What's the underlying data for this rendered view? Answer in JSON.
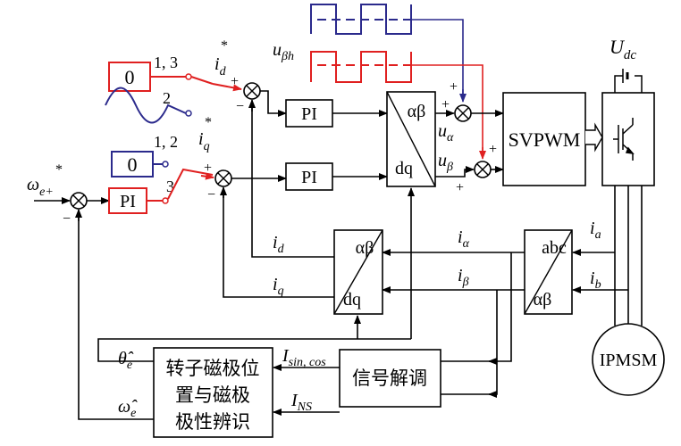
{
  "colors": {
    "ink": "#000000",
    "blue": "#2b2a8c",
    "red": "#e02020"
  },
  "blocks": {
    "pi_d": "PI",
    "pi_q": "PI",
    "pi_speed": "PI",
    "park_top": "αβ",
    "park_bottom": "dq",
    "ipark_top": "αβ",
    "ipark_bottom": "dq",
    "clarke_top": "abc",
    "clarke_bottom": "αβ",
    "svpwm": "SVPWM",
    "motor": "IPMSM",
    "demod": "信号解调",
    "observer_line1": "转子磁极位",
    "observer_line2": "置与磁极",
    "observer_line3": "极性辨识",
    "zero_d": "0",
    "zero_q": "0"
  },
  "labels": {
    "switch_d_13": "1, 3",
    "switch_d_2": "2",
    "switch_q_12": "1, 2",
    "switch_q_3": "3",
    "id_ref_base": "i",
    "id_ref_sub": "d",
    "iq_ref_base": "i",
    "iq_ref_sub": "q",
    "star": "*",
    "we_ref_base": "ω",
    "we_ref_sub": "e+",
    "u_bh_base": "u",
    "u_bh_sub": "βh",
    "u_alpha_base": "u",
    "u_alpha_sub": "α",
    "u_beta_base": "u",
    "u_beta_sub": "β",
    "udc_base": "U",
    "udc_sub": "dc",
    "id_fb_base": "i",
    "id_fb_sub": "d",
    "iq_fb_base": "i",
    "iq_fb_sub": "q",
    "i_alpha_base": "i",
    "i_alpha_sub": "α",
    "i_beta_base": "i",
    "i_beta_sub": "β",
    "ia_base": "i",
    "ia_sub": "a",
    "ib_base": "i",
    "ib_sub": "b",
    "isincos_base": "I",
    "isincos_sub": "sin, cos",
    "ins_base": "I",
    "ins_sub": "NS",
    "theta_base": "θ̂",
    "theta_sub": "e",
    "omega_base": "ω̂",
    "omega_sub": "e",
    "plus": "+",
    "minus": "−"
  }
}
